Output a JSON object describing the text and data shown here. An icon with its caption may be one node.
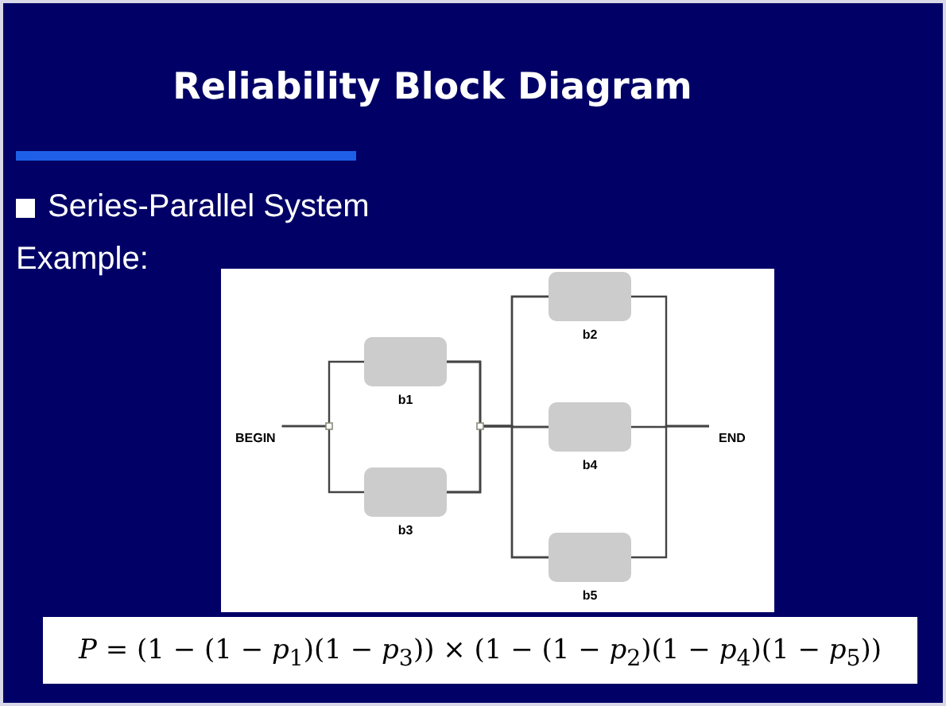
{
  "diagram": {
    "title": "Reliability Block Diagram",
    "nodes": [
      {
        "text": [
          "BEGIN"
        ]
      },
      {
        "text": [
          "b1"
        ]
      },
      {
        "text": [
          "b3"
        ]
      },
      {
        "text": [
          "b2"
        ]
      },
      {
        "text": [
          "b4"
        ]
      },
      {
        "text": [
          "b5"
        ]
      },
      {
        "text": [
          "END"
        ]
      }
    ],
    "edges": [
      {
        "from": 0,
        "to": 1,
        "arrow": "none"
      },
      {
        "from": 0,
        "to": 2,
        "arrow": "none"
      },
      {
        "from": 1,
        "to": 3,
        "arrow": "none"
      },
      {
        "from": 1,
        "to": 4,
        "arrow": "none"
      },
      {
        "from": 1,
        "to": 5,
        "arrow": "none"
      },
      {
        "from": 2,
        "to": 3,
        "arrow": "none"
      },
      {
        "from": 2,
        "to": 4,
        "arrow": "none"
      },
      {
        "from": 2,
        "to": 5,
        "arrow": "none"
      },
      {
        "from": 3,
        "to": 6,
        "arrow": "none"
      },
      {
        "from": 4,
        "to": 6,
        "arrow": "none"
      },
      {
        "from": 5,
        "to": 6,
        "arrow": "none"
      }
    ],
    "labels": [
      "Series-Parallel System",
      "Example:",
      "*P* = (1 − (1 − *p*$_{1}$)(1 − *p*$_{3}$)) × (1 − (1 − *p*$_{2}$)(1 − *p*$_{4}$)(1 − *p*$_{5}$))"
    ]
  }
}
